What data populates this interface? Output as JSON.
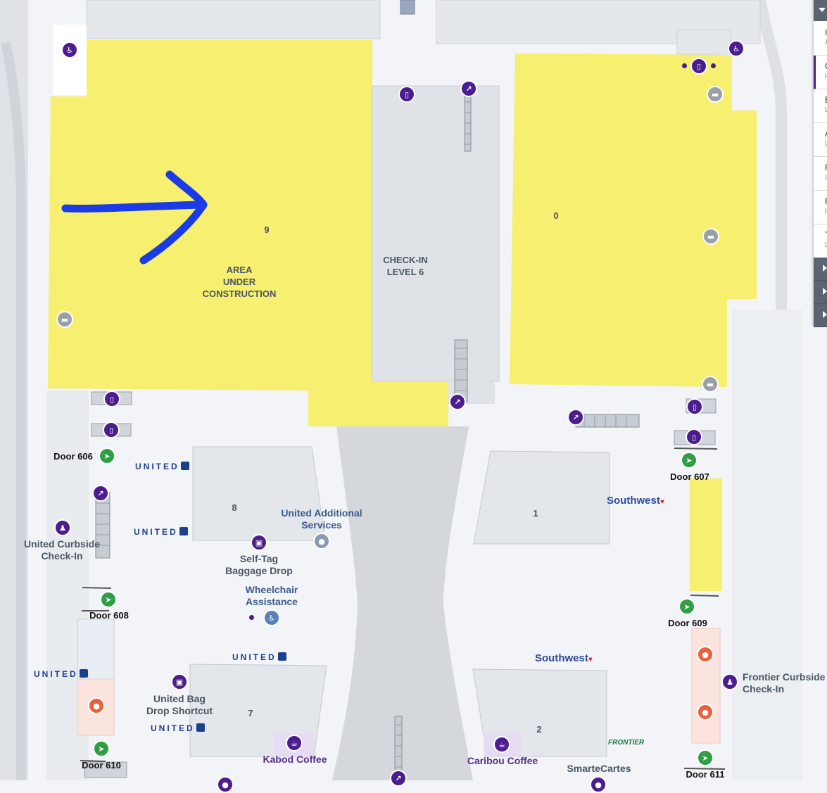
{
  "map": {
    "level_title": "CHECK-IN\nLEVEL 6",
    "construction_label": "AREA\nUNDER\nCONSTRUCTION",
    "area_numbers": {
      "a9": "9",
      "a0": "0",
      "a8": "8",
      "a1": "1",
      "a7": "7",
      "a2": "2"
    },
    "doors": {
      "d606": "Door 606",
      "d607": "Door 607",
      "d608": "Door 608",
      "d609": "Door 609",
      "d610": "Door 610",
      "d611": "Door 611"
    },
    "pois": {
      "united_curbside": "United Curbside\nCheck-In",
      "united_additional": "United Additional\nServices",
      "self_tag": "Self-Tag\nBaggage Drop",
      "wheelchair": "Wheelchair\nAssistance",
      "united_bag_drop": "United Bag\nDrop Shortcut",
      "kabod": "Kabod Coffee",
      "caribou": "Caribou Coffee",
      "smartecartes": "SmarteCartes",
      "frontier_curbside": "Frontier Curbside\nCheck-In"
    },
    "brands": {
      "united": "UNITED",
      "southwest": "Southwest",
      "frontier": "FRONTIER"
    },
    "colors": {
      "construction": "#f7ef70",
      "annotation_arrow": "#1a3be6",
      "poi_purple": "#4b1d8f",
      "exit_green": "#2f9e44",
      "restroom_orange": "#e8613c"
    },
    "icons": [
      "elevator-icon",
      "escalator-icon",
      "exit-icon",
      "restroom-icon",
      "baggage-icon",
      "info-icon",
      "wheelchair-icon",
      "coffee-icon",
      "family-icon",
      "atm-icon"
    ]
  },
  "side_panel": {
    "rows": [
      {
        "t1": "I",
        "t2": "A"
      },
      {
        "t1": "C",
        "t2": "L"
      },
      {
        "t1": "E",
        "t2": "L"
      },
      {
        "t1": "A",
        "t2": "L"
      },
      {
        "t1": "F",
        "t2": "L"
      },
      {
        "t1": "F",
        "t2": "L"
      },
      {
        "t1": "T",
        "t2": "L"
      }
    ]
  }
}
